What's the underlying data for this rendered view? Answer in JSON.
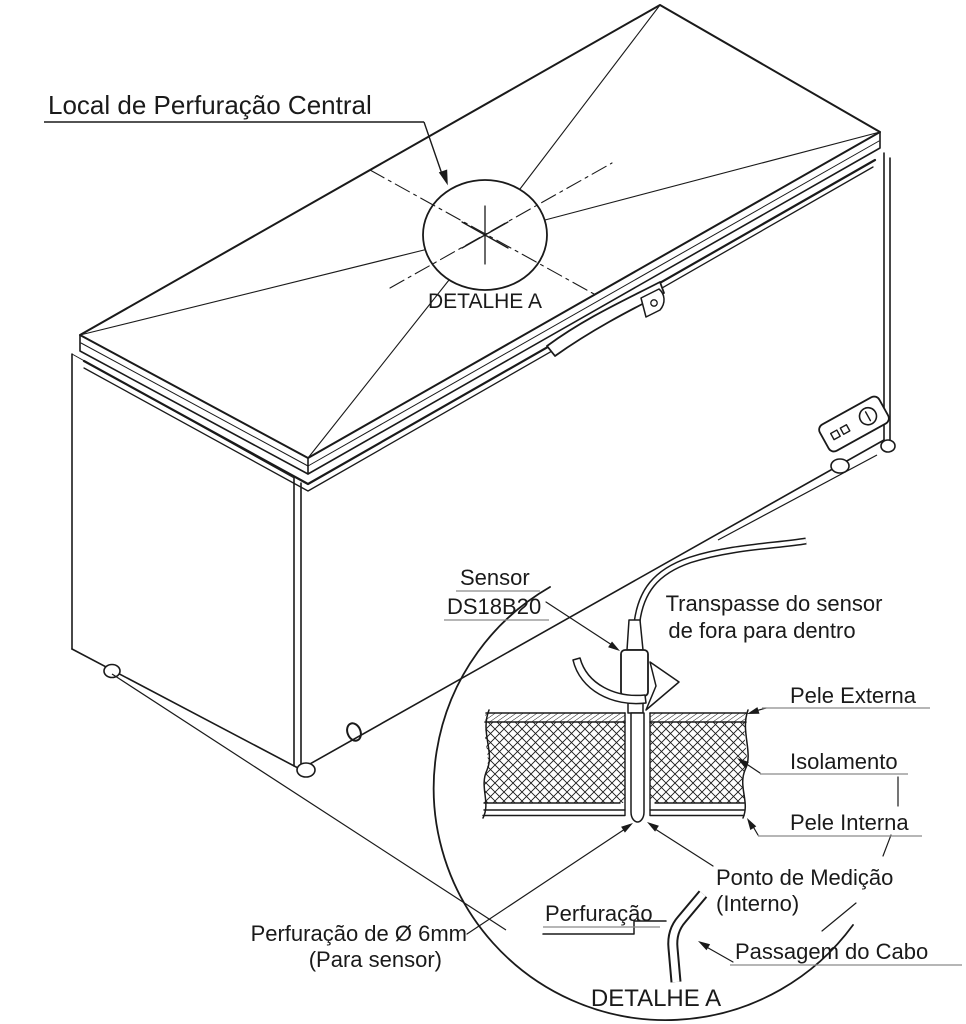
{
  "figure": {
    "background": "#ffffff",
    "line_color": "#1a1a1a",
    "underline_color": "#8a8a8a",
    "labels": {
      "drill_location": "Local de Perfuração Central",
      "detail_marker": "DETALHE A",
      "sensor_line1": "Sensor",
      "sensor_line2": "DS18B20",
      "transpasse_line1": "Transpasse do sensor",
      "transpasse_line2": "de fora para dentro",
      "outer_skin": "Pele Externa",
      "insulation": "Isolamento",
      "inner_skin": "Pele Interna",
      "measuring_point_line1": "Ponto de Medição",
      "measuring_point_line2": "(Interno)",
      "drilling": "Perfuração",
      "cable_passage": "Passagem do Cabo",
      "drill_spec_line1": "Perfuração de Ø 6mm",
      "drill_spec_line2": "(Para sensor)",
      "detail_title": "DETALHE A"
    }
  }
}
